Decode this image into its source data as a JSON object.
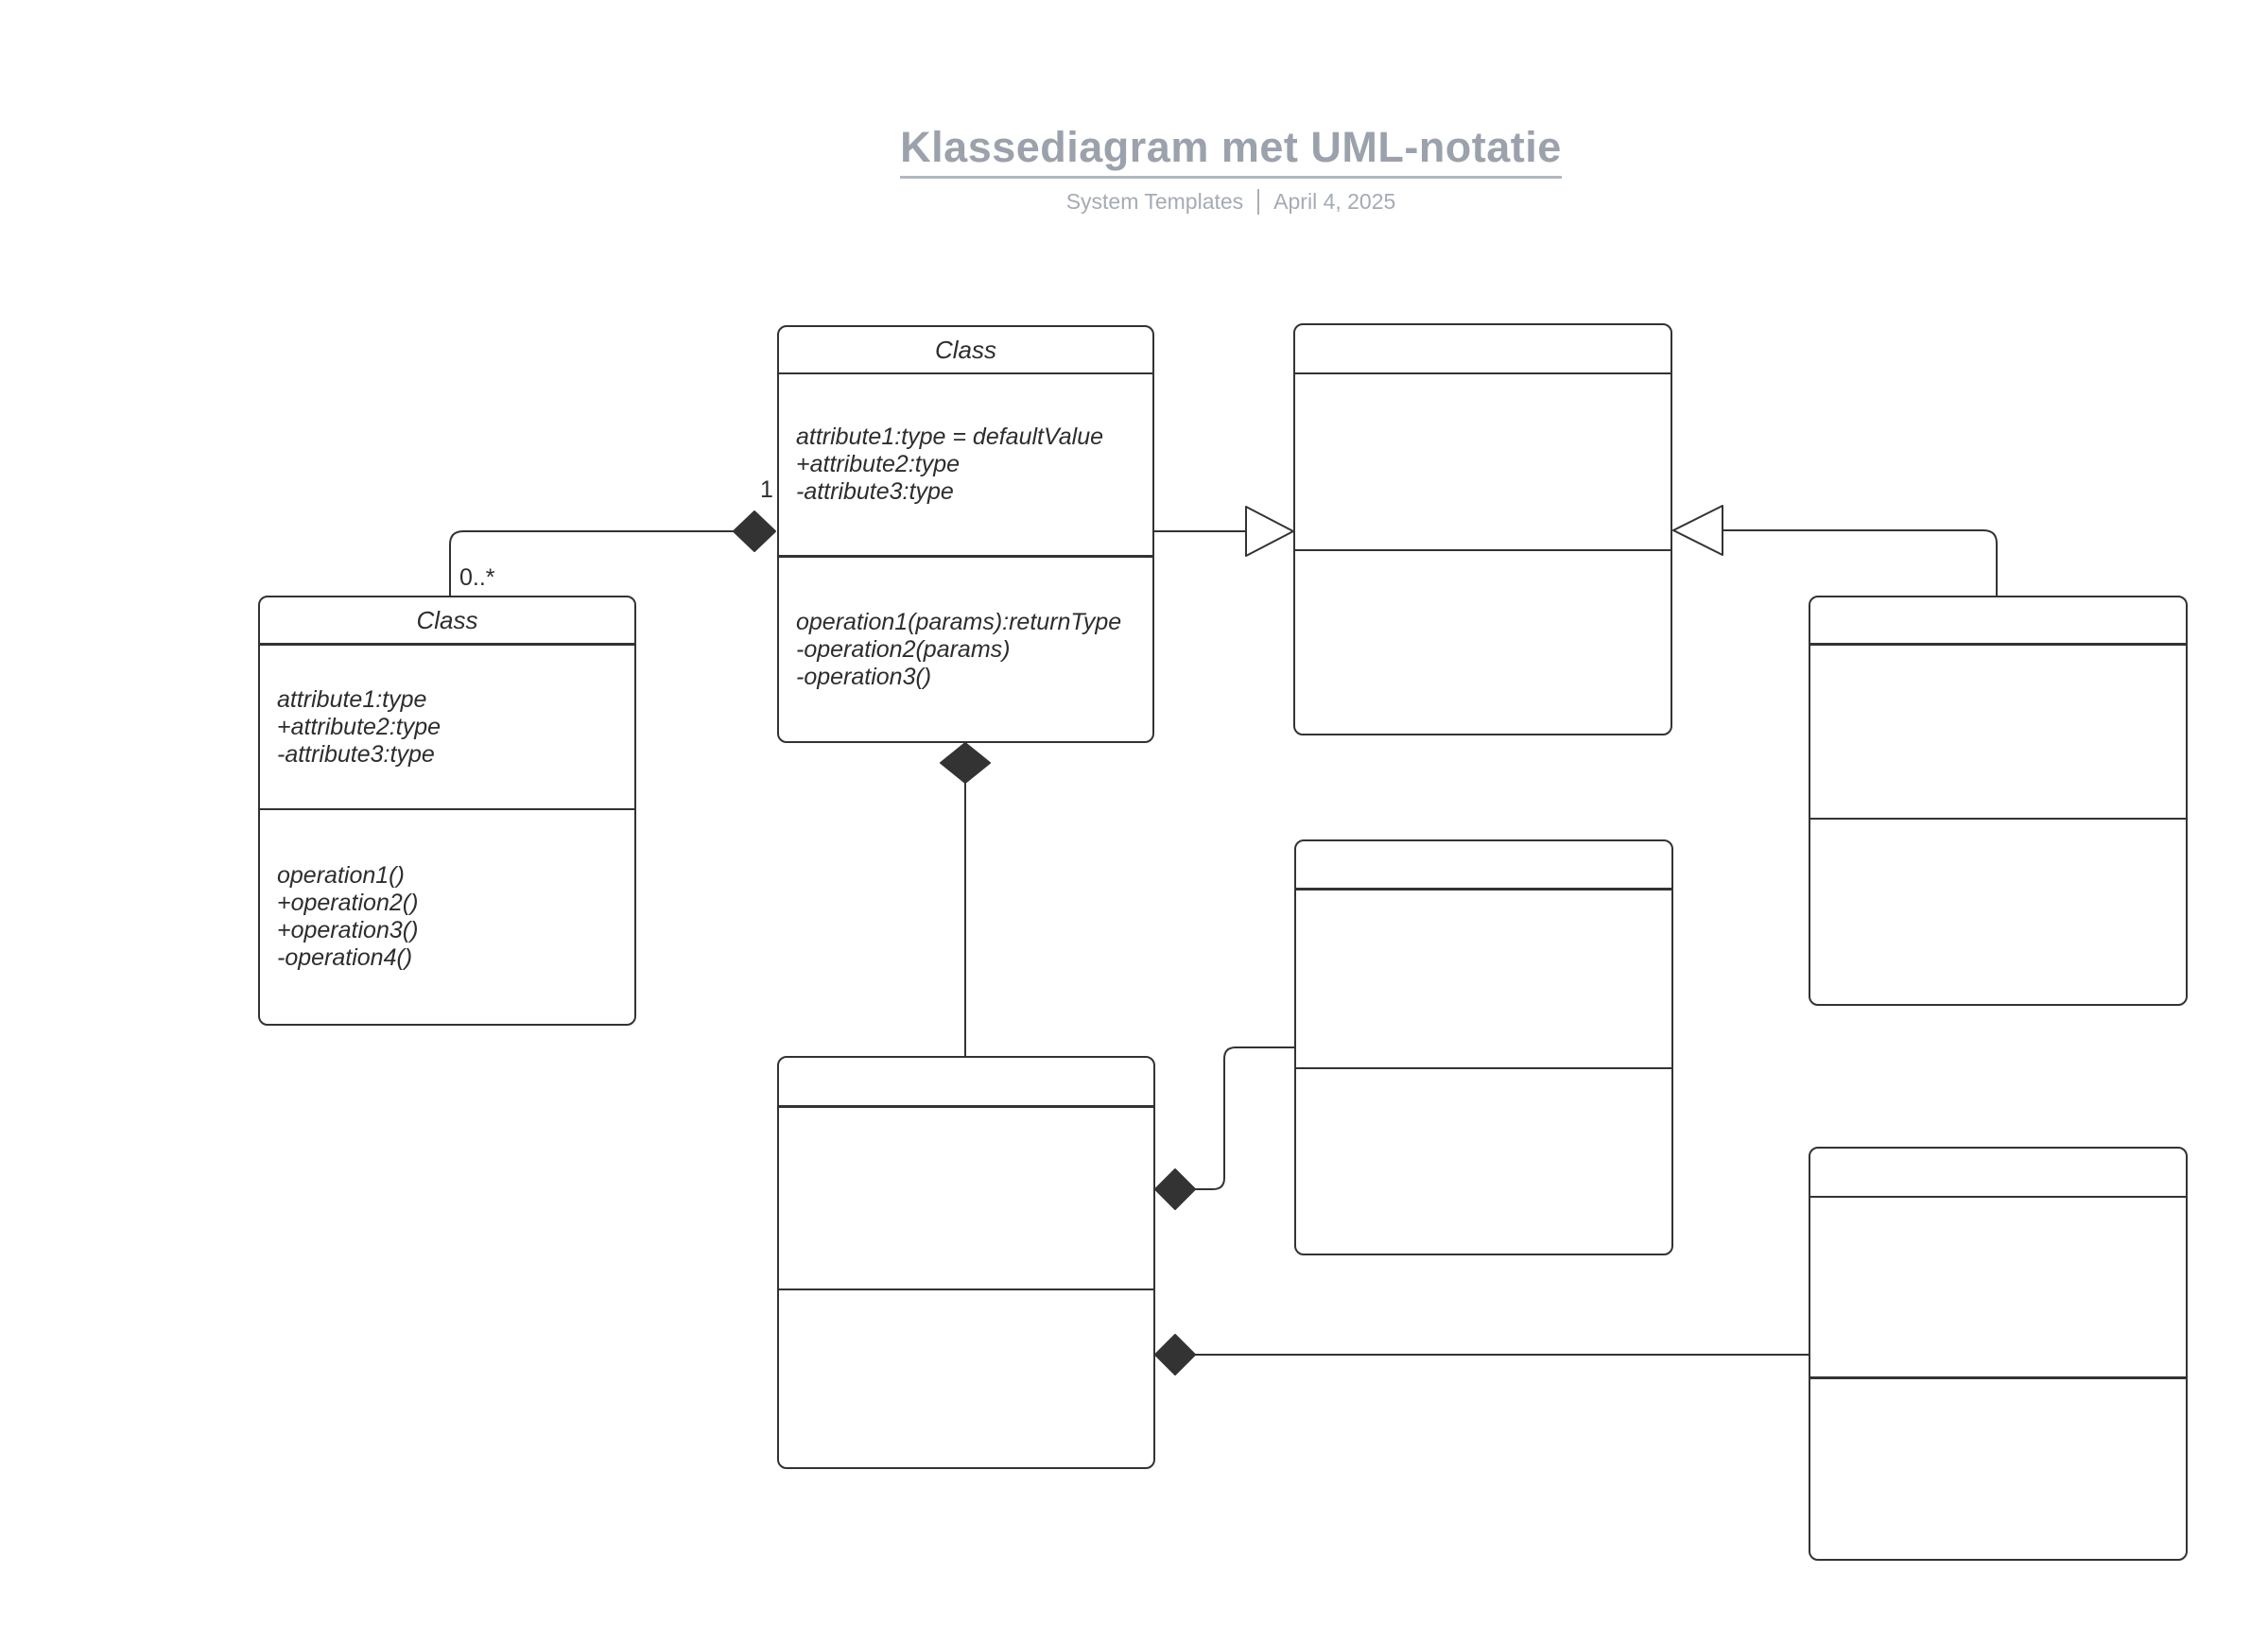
{
  "page": {
    "title": "Klassediagram met UML-notatie",
    "subtitle_left": "System Templates",
    "subtitle_right": "April 4, 2025"
  },
  "labels": {
    "multiplicity_one": "1",
    "multiplicity_many": "0..*"
  },
  "colors": {
    "line": "#333333",
    "diamond_fill": "#333333",
    "title_text": "#9BA2AC",
    "subtitle_text": "#A5ABB4",
    "underline": "#B2B8C0",
    "member_text": "#2D2D2D"
  },
  "classes": [
    {
      "name": "class-main",
      "title": "Class",
      "attributes": [
        "attribute1:type = defaultValue",
        "+attribute2:type",
        "-attribute3:type"
      ],
      "operations": [
        "operation1(params):returnType",
        "-operation2(params)",
        "-operation3()"
      ]
    },
    {
      "name": "class-left",
      "title": "Class",
      "attributes": [
        "attribute1:type",
        "+attribute2:type",
        "-attribute3:type"
      ],
      "operations": [
        "operation1()",
        "+operation2()",
        "+operation3()",
        "-operation4()"
      ]
    },
    {
      "name": "class-top-right",
      "title": "",
      "attributes": [],
      "operations": []
    },
    {
      "name": "class-right",
      "title": "",
      "attributes": [],
      "operations": []
    },
    {
      "name": "class-middle",
      "title": "",
      "attributes": [],
      "operations": []
    },
    {
      "name": "class-bottom-center",
      "title": "",
      "attributes": [],
      "operations": []
    },
    {
      "name": "class-bottom-right",
      "title": "",
      "attributes": [],
      "operations": []
    }
  ]
}
